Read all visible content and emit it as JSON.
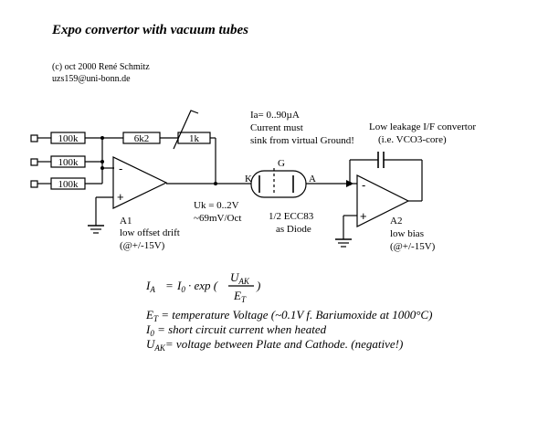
{
  "title": "Expo convertor with vacuum tubes",
  "credit": {
    "line1": "(c) oct 2000 René Schmitz",
    "line2": "uzs159@uni-bonn.de"
  },
  "resistors": {
    "r1": "100k",
    "r2": "100k",
    "r3": "100k",
    "r4": "6k2",
    "r5": "1k"
  },
  "opamp_a1": {
    "name": "A1",
    "desc1": "low offset drift",
    "desc2": "(@+/-15V)",
    "minus": "-",
    "plus": "+"
  },
  "opamp_a2": {
    "name": "A2",
    "desc1": "low bias",
    "desc2": "(@+/-15V)",
    "minus": "-",
    "plus": "+"
  },
  "uk": {
    "line1": "Uk = 0..2V",
    "line2": "~69mV/Oct"
  },
  "tube": {
    "grid": "G",
    "cathode": "K",
    "anode": "A",
    "type1": "1/2 ECC83",
    "type2": "as Diode"
  },
  "ia_note": {
    "line1": "Ia= 0..90µA",
    "line2": "Current must",
    "line3": "sink from virtual Ground!"
  },
  "convertor_note": {
    "line1": "Low leakage I/F convertor",
    "line2": "(i.e. VCO3-core)"
  },
  "equation": {
    "lhs_main": "I",
    "lhs_sub": "A",
    "eq": "= ",
    "i0_main": "I",
    "i0_sub": "0",
    "mid": " · exp (",
    "num_main": "U",
    "num_sub": "AK",
    "den_main": "E",
    "den_sub": "T",
    "close": ")"
  },
  "legend": [
    {
      "sym_main": "E",
      "sym_sub": "T",
      "text": " = temperature Voltage (~0.1V f. Bariumoxide at 1000°C)"
    },
    {
      "sym_main": "I",
      "sym_sub": "0",
      "text": " = short circuit current when heated"
    },
    {
      "sym_main": "U",
      "sym_sub": "AK",
      "text": "= voltage between Plate and Cathode. (negative!)"
    }
  ]
}
